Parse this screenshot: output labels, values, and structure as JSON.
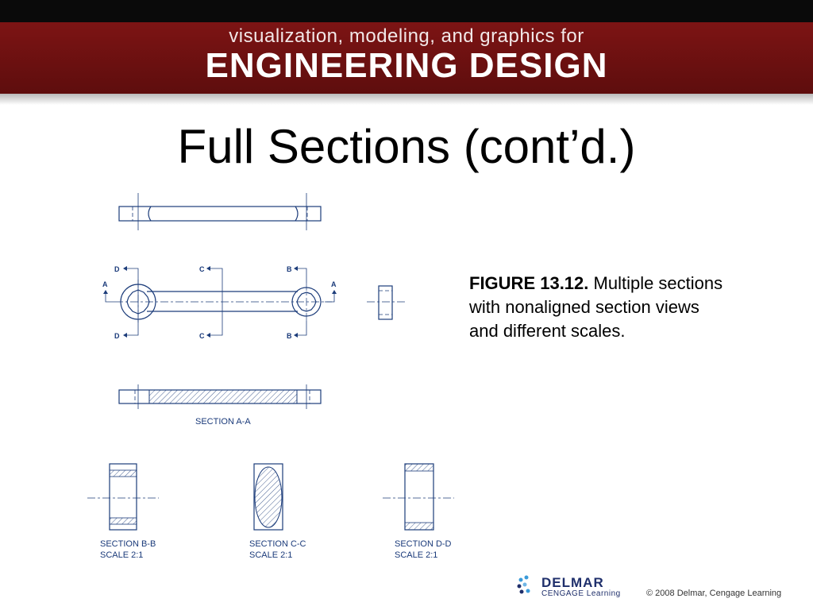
{
  "header": {
    "subtitle": "visualization, modeling, and graphics for",
    "brand": "ENGINEERING DESIGN"
  },
  "slide": {
    "title": "Full Sections (cont’d.)"
  },
  "figure": {
    "label": "FIGURE 13.12.",
    "caption": " Multiple sections with nonaligned section views and different scales.",
    "markers": {
      "a": "A",
      "b": "B",
      "c": "C",
      "d": "D"
    },
    "section_aa": "SECTION A-A",
    "section_bb": "SECTION B-B",
    "section_cc": "SECTION C-C",
    "section_dd": "SECTION D-D",
    "scale": "SCALE 2:1"
  },
  "footer": {
    "publisher": "DELMAR",
    "imprint": "CENGAGE Learning",
    "copyright": "© 2008 Delmar, Cengage Learning"
  },
  "colors": {
    "banner": "#6a1010",
    "drawing_line": "#1c3c7a"
  }
}
